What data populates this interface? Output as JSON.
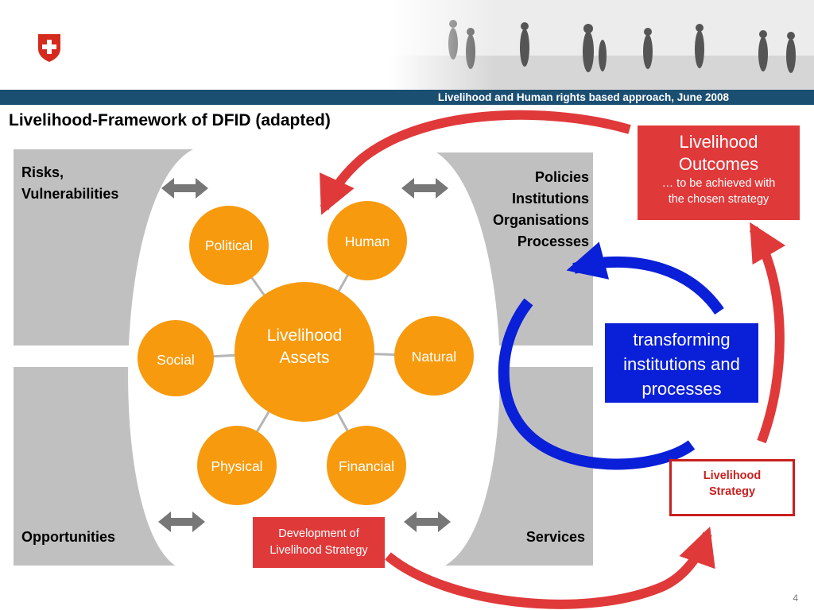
{
  "header": {
    "banner_text": "Livelihood and Human rights based approach, June 2008"
  },
  "title": "Livelihood-Framework of DFID (adapted)",
  "quadrants": {
    "top_left": [
      "Risks,",
      "Vulnerabilities"
    ],
    "top_right": [
      "Policies",
      "Institutions",
      "Organisations",
      "Processes"
    ],
    "bottom_left": "Opportunities",
    "bottom_right": "Services"
  },
  "assets": {
    "center": [
      "Livelihood",
      "Assets"
    ],
    "political": "Political",
    "human": "Human",
    "social": "Social",
    "natural": "Natural",
    "physical": "Physical",
    "financial": "Financial"
  },
  "outcomes": {
    "title": [
      "Livelihood",
      "Outcomes"
    ],
    "subtitle": [
      "… to be achieved with",
      "the chosen strategy"
    ]
  },
  "transforming": [
    "transforming",
    "institutions and",
    "processes"
  ],
  "strategy": [
    "Livelihood",
    "Strategy"
  ],
  "development": [
    "Development of",
    "Livelihood Strategy"
  ],
  "page_number": "4",
  "colors": {
    "navy": "#1b4f72",
    "orange": "#f79a0e",
    "red": "#e0393a",
    "blue": "#0a1fd8",
    "gray": "#c0c0c0"
  },
  "icons": {
    "logo": "swiss-cross-shield-icon",
    "arrows": "double-headed-arrow-icon"
  }
}
